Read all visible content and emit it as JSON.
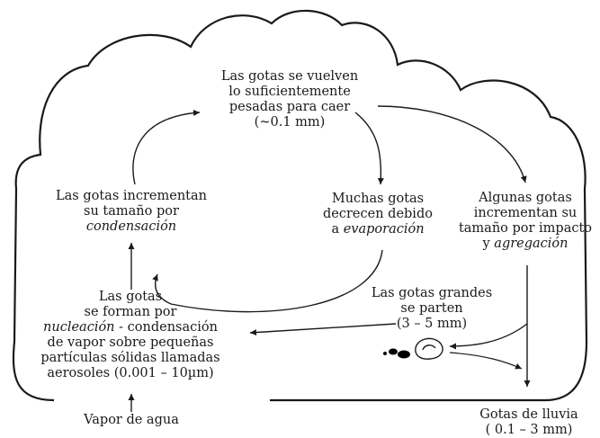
{
  "top_label": {
    "line1": "Las gotas se vuelven",
    "line2": "lo suficientemente",
    "line3": "pesadas para caer",
    "line4": "(~0.1 mm)"
  },
  "left_label": {
    "line1": "Las gotas incrementan",
    "line2": "su tamaño por",
    "line3": "condensación"
  },
  "middle_label": {
    "line1": "Muchas gotas",
    "line2": "decrecen debido",
    "line3_prefix": "a ",
    "line3_italic": "evaporación"
  },
  "right_label": {
    "line1": "Algunas gotas",
    "line2": "incrementan su",
    "line3": "tamaño por impacto",
    "line4_prefix": "y ",
    "line4_italic": "agregación"
  },
  "nucleation_label": {
    "line1": "Las gotas",
    "line2": "se forman por",
    "line3_italic": "nucleación",
    "line3_rest": " - condensación",
    "line4": "de vapor sobre pequeñas",
    "line5": "partículas sólidas llamadas",
    "line6": "aerosoles (0.001 – 10µm)"
  },
  "breakup_label": {
    "line1": "Las gotas grandes",
    "line2": "se parten",
    "line3": "(3 – 5 mm)"
  },
  "vapor_label": "Vapor de agua",
  "rain_label": {
    "line1": "Gotas de lluvia",
    "line2": "( 0.1 – 3 mm)"
  }
}
